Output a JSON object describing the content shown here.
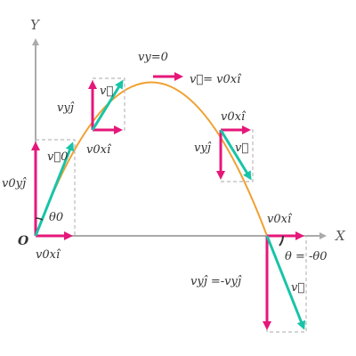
{
  "axes": {
    "y_label": "Y",
    "x_label": "X",
    "origin_label": "O"
  },
  "labels": {
    "v0_vec": "v⃗0",
    "v0y_j": "v0yĵ",
    "theta0": "θ0",
    "v0x_i_origin": "v0xî",
    "vy_j_left": "vyĵ",
    "v_vec_left": "v⃗",
    "v0x_i_left": "v0xî",
    "vy_zero": "vy=0",
    "v_eq_v0x_i": "v⃗= v0xî",
    "v0x_i_right": "v0xî",
    "vy_j_right": "vyĵ",
    "v_vec_right": "v⃗",
    "v0x_i_landing": "v0xî",
    "theta_eq": "θ = -θ0",
    "vy_j_eq_neg": "vyĵ =-vyĵ",
    "v_vec_landing": "v⃗"
  },
  "colors": {
    "axis": "#aaaaaa",
    "trajectory": "#f0a030",
    "component_vector": "#e6177a",
    "velocity_vector": "#17c4a8",
    "guide": "#bbbbbb",
    "text": "#333333"
  }
}
